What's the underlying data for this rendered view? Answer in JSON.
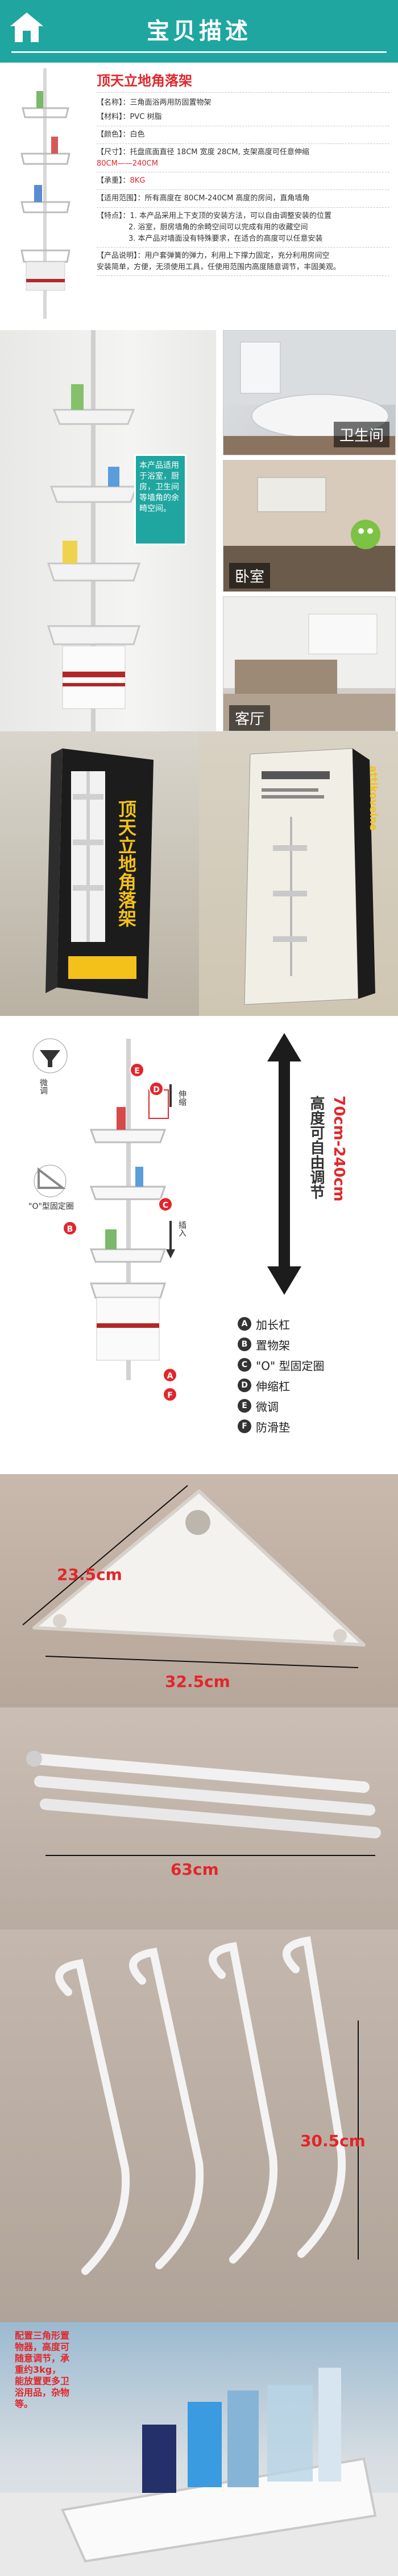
{
  "header": {
    "title": "宝贝描述"
  },
  "product": {
    "title": "顶天立地角落架",
    "specs": [
      {
        "key": "【名称】：",
        "value": "三角面浴两用防固置物架"
      },
      {
        "key": "【材料】：",
        "value": "PVC  树脂"
      },
      {
        "key": "【颜色】：",
        "value": "白色"
      },
      {
        "key": "【尺寸】：",
        "value": "托盘底面直径 18CM 宽度 28CM, 支架高度可任意伸缩"
      },
      {
        "key": "",
        "value": "80CM——240CM"
      },
      {
        "key": "【承重】：",
        "value": "8KG"
      },
      {
        "key": "【适用范围】：",
        "value": "所有高度在 80CM-240CM 高度的房间，直角墙角"
      },
      {
        "key": "【特点】：",
        "value": "1. 本产品采用上下支顶的安装方法，可以自由调整安装的位置"
      },
      {
        "key": "",
        "value": "2. 浴室，厨房墙角的余畸空间可以完成有用的收藏空间"
      },
      {
        "key": "",
        "value": "3. 本产品对墙面没有特殊要求，在适合的高度可以任意安装"
      },
      {
        "key": "【产品说明】：",
        "value": "用户套弹簧的弹力，利用上下撑力固定，充分利用房间空"
      },
      {
        "key": "",
        "value": "安装简单，方便，无须使用工具，任使用范围内高度随意调节，丰固美观。"
      }
    ]
  },
  "scenes": {
    "callout": "本产品适用于浴室，厨房，卫生间等墙角的余畸空间。",
    "labels": [
      "卫生间",
      "卧室",
      "客厅"
    ]
  },
  "packaging": {
    "box_title": "顶天立地角落架",
    "box_side": "attikoveine"
  },
  "diagram": {
    "left_labels": [
      "微调",
      "\"O\"型固定圈"
    ],
    "right_labels": [
      "伸缩",
      "插入"
    ],
    "height_text_black": "高度可自由调节",
    "height_text_red": "70cm-240cm",
    "legend": [
      {
        "letter": "A",
        "label": "加长杠"
      },
      {
        "letter": "B",
        "label": "置物架"
      },
      {
        "letter": "C",
        "label": "\"O\" 型固定圈"
      },
      {
        "letter": "D",
        "label": "伸缩杠"
      },
      {
        "letter": "E",
        "label": "微调"
      },
      {
        "letter": "F",
        "label": "防滑垫"
      }
    ],
    "diagram_badges": [
      "E",
      "D",
      "C",
      "B",
      "A",
      "F"
    ]
  },
  "dims": {
    "tray_width": "23.5cm",
    "tray_length": "32.5cm",
    "rod_length": "63cm",
    "hook_length": "30.5cm"
  },
  "bottom": {
    "note": "配置三角形置物器，高度可随意调节，承重约3kg，能放置更多卫浴用品，杂物等。"
  },
  "colors": {
    "brand_teal": "#1fa6a0",
    "accent_red": "#e1262b"
  }
}
